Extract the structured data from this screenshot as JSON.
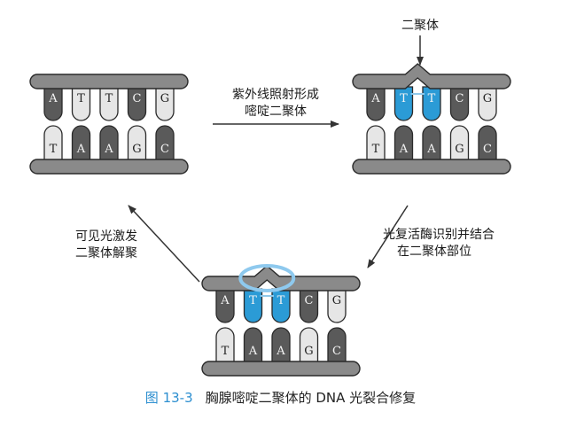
{
  "diagram": {
    "colors": {
      "rail": "#8a8a8a",
      "rail_stroke": "#2a2a2a",
      "dark": "#5a5a5a",
      "mid": "#9a9a9a",
      "light": "#e6e6e6",
      "blue": "#2b9bd6",
      "blue_light": "#8fc8ea",
      "ring": "#8ec9ee",
      "arrow": "#333333",
      "caption_blue": "#2d8fd0"
    },
    "top_left": {
      "top": [
        {
          "base": "A",
          "shade": "dark"
        },
        {
          "base": "T",
          "shade": "light"
        },
        {
          "base": "T",
          "shade": "light"
        },
        {
          "base": "C",
          "shade": "dark"
        },
        {
          "base": "G",
          "shade": "light"
        }
      ],
      "bottom": [
        {
          "base": "T",
          "shade": "light"
        },
        {
          "base": "A",
          "shade": "dark"
        },
        {
          "base": "A",
          "shade": "dark"
        },
        {
          "base": "G",
          "shade": "light"
        },
        {
          "base": "C",
          "shade": "dark"
        }
      ]
    },
    "top_right": {
      "top": [
        {
          "base": "A",
          "shade": "dark"
        },
        {
          "base": "T",
          "shade": "blue"
        },
        {
          "base": "T",
          "shade": "blue"
        },
        {
          "base": "C",
          "shade": "dark"
        },
        {
          "base": "G",
          "shade": "light"
        }
      ],
      "bottom": [
        {
          "base": "T",
          "shade": "light"
        },
        {
          "base": "A",
          "shade": "dark"
        },
        {
          "base": "A",
          "shade": "dark"
        },
        {
          "base": "G",
          "shade": "light"
        },
        {
          "base": "C",
          "shade": "dark"
        }
      ]
    },
    "bottom_center": {
      "top": [
        {
          "base": "A",
          "shade": "dark"
        },
        {
          "base": "T",
          "shade": "blue"
        },
        {
          "base": "T",
          "shade": "blue"
        },
        {
          "base": "C",
          "shade": "dark"
        },
        {
          "base": "G",
          "shade": "light"
        }
      ],
      "bottom": [
        {
          "base": "T",
          "shade": "light"
        },
        {
          "base": "A",
          "shade": "dark"
        },
        {
          "base": "A",
          "shade": "dark"
        },
        {
          "base": "G",
          "shade": "light"
        },
        {
          "base": "C",
          "shade": "dark"
        }
      ]
    }
  },
  "labels": {
    "dimer_top": "二聚体",
    "arrow_uv_line1": "紫外线照射形成",
    "arrow_uv_line2": "嘧啶二聚体",
    "arrow_enzyme_line1": "光复活酶识别并结合",
    "arrow_enzyme_line2": "在二聚体部位",
    "arrow_light_line1": "可见光激发",
    "arrow_light_line2": "二聚体解聚"
  },
  "caption": {
    "figure_number": "图 13-3",
    "title": "胸腺嘧啶二聚体的 DNA 光裂合修复"
  }
}
